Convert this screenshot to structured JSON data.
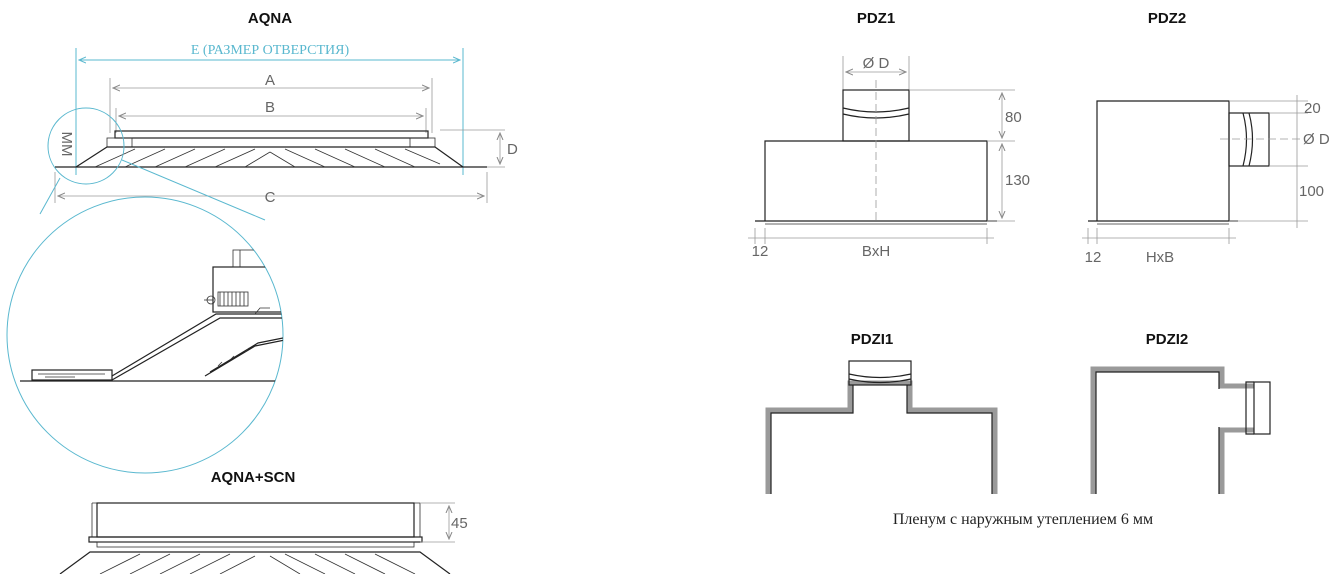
{
  "titles": {
    "aqna": "AQNA",
    "aqna_scn": "AQNA+SCN",
    "pdz1": "PDZ1",
    "pdz2": "PDZ2",
    "pdzi1": "PDZI1",
    "pdzi2": "PDZI2"
  },
  "aqna_dims": {
    "e": "E (РАЗМЕР ОТВЕРСТИЯ)",
    "a": "A",
    "b": "B",
    "c": "C",
    "d": "D",
    "mm": "MM"
  },
  "scn_dims": {
    "h": "45"
  },
  "pdz1_dims": {
    "d": "Ø D",
    "h1": "80",
    "h2": "130",
    "flange": "12",
    "w": "BxH"
  },
  "pdz2_dims": {
    "top": "20",
    "d": "Ø D",
    "h": "100",
    "flange": "12",
    "w": "HxB"
  },
  "caption": "Пленум с наружным утеплением 6 мм",
  "colors": {
    "accent": "#5ab8cf",
    "dimension": "#9a9a9a",
    "line": "#222222",
    "insulation": "#9a9a9a"
  }
}
